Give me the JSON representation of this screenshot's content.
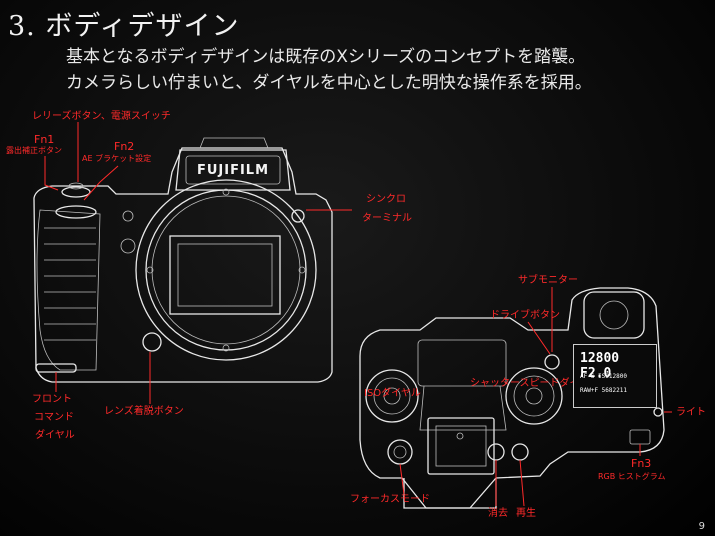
{
  "slide": {
    "title": "3. ボディデザイン",
    "subtitle_line1": "基本となるボディデザインは既存のXシリーズのコンセプトを踏襲。",
    "subtitle_line2": "カメラらしい佇まいと、ダイヤルを中心とした明快な操作系を採用。",
    "page_number": "9"
  },
  "front_labels": {
    "release": "レリーズボタン、電源スイッチ",
    "fn1": "Fn1",
    "fn1_desc": "露出補正ボタン",
    "fn2": "Fn2",
    "fn2_desc": "AE ブラケット設定",
    "sync_1": "シンクロ",
    "sync_2": "ターミナル",
    "front_dial_1": "フロント",
    "front_dial_2": "コマンド",
    "front_dial_3": "ダイヤル",
    "lens_release": "レンズ着脱ボタン",
    "brand_logo": "FUJIFILM"
  },
  "top_labels": {
    "sub_monitor": "サブモニター",
    "drive_button": "ドライブボタン",
    "iso_dial": "ISOダイヤル",
    "shutter_dial": "シャッタースピードダイヤル",
    "light": "ライト",
    "fn3": "Fn3",
    "fn3_desc": "RGB ヒストグラム",
    "focus_mode": "フォーカスモード",
    "delete": "消去",
    "playback": "再生"
  },
  "lcd": {
    "line1": "12800 F2.0",
    "line2": "AF-S  ISO12800",
    "line3": "RAW+F  5682211"
  },
  "colors": {
    "label": "#ff2a2a",
    "wireframe": "#e8e8e8",
    "background": "#000000"
  }
}
